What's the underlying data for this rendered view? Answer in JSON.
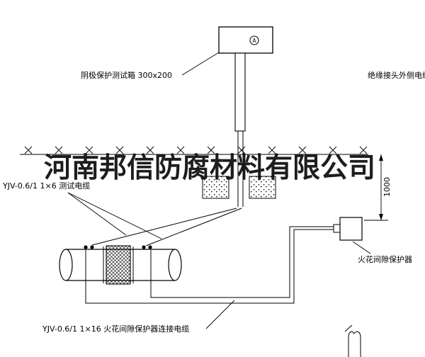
{
  "watermark": {
    "text": "河南邦信防腐材料有限公司"
  },
  "labels": {
    "test_box": "阴极保护测试箱 300x200",
    "insulated_joint_cable": "绝缘接头外侧电缆",
    "test_cable": "YJV-0.6/1 1×6  测试电缆",
    "spark_gap_cable": "YJV-0.6/1 1×16  火花间隙保护器连接电缆",
    "spark_gap_protector": "火花间隙保护器",
    "dimension": "1000",
    "meter_symbol": "A"
  },
  "colors": {
    "line": "#000000",
    "background": "#ffffff"
  }
}
